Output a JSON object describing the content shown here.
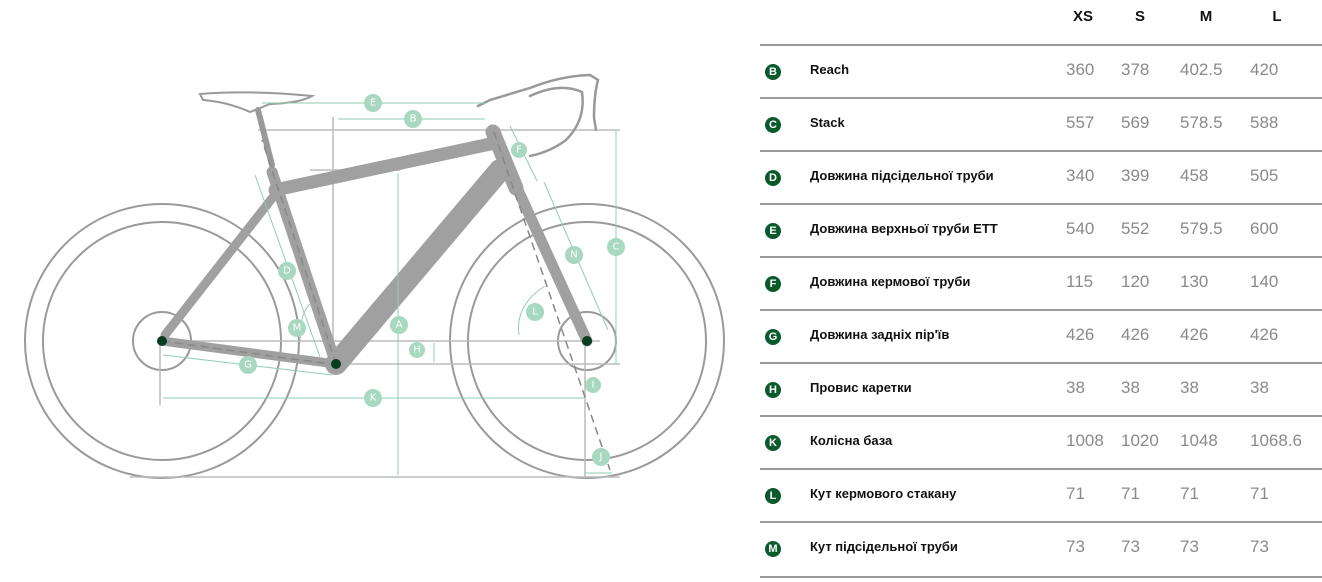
{
  "diagram": {
    "labels": {
      "A": "A",
      "B": "B",
      "C": "C",
      "D": "D",
      "E": "E",
      "F": "F",
      "G": "G",
      "H": "H",
      "I": "I",
      "J": "J",
      "K": "K",
      "L": "L",
      "M": "M",
      "N": "N"
    },
    "colors": {
      "frame": "#a0a0a0",
      "dimension": "#8fceb0",
      "label": "#a8d8c0",
      "pivot": "#0a3d1f"
    }
  },
  "table": {
    "sizes": [
      "XS",
      "S",
      "M",
      "L"
    ],
    "rows": [
      {
        "badge": "B",
        "name": "Reach",
        "values": [
          "360",
          "378",
          "402.5",
          "420"
        ]
      },
      {
        "badge": "C",
        "name": "Stack",
        "values": [
          "557",
          "569",
          "578.5",
          "588"
        ]
      },
      {
        "badge": "D",
        "name": "Довжина підсідельної труби",
        "values": [
          "340",
          "399",
          "458",
          "505"
        ]
      },
      {
        "badge": "E",
        "name": "Довжина верхньої труби ETT",
        "values": [
          "540",
          "552",
          "579.5",
          "600"
        ]
      },
      {
        "badge": "F",
        "name": "Довжина кермової труби",
        "values": [
          "115",
          "120",
          "130",
          "140"
        ]
      },
      {
        "badge": "G",
        "name": "Довжина задніх пір'їв",
        "values": [
          "426",
          "426",
          "426",
          "426"
        ]
      },
      {
        "badge": "H",
        "name": "Провис каретки",
        "values": [
          "38",
          "38",
          "38",
          "38"
        ]
      },
      {
        "badge": "K",
        "name": "Колісна база",
        "values": [
          "1008",
          "1020",
          "1048",
          "1068.6"
        ]
      },
      {
        "badge": "L",
        "name": "Кут кермового стакану",
        "values": [
          "71",
          "71",
          "71",
          "71"
        ]
      },
      {
        "badge": "M",
        "name": "Кут підсідельної труби",
        "values": [
          "73",
          "73",
          "73",
          "73"
        ]
      }
    ]
  }
}
